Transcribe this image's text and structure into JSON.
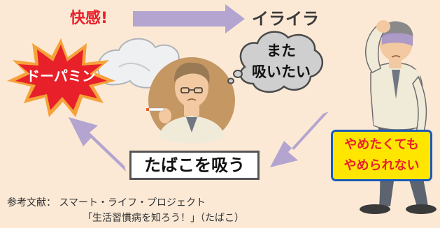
{
  "labels": {
    "pleasure": "快感!",
    "irritation": "イライラ",
    "dopamine": "ドーパミン",
    "want_again_line1": "また",
    "want_again_line2": "吸いたい",
    "smoke": "たばこを吸う",
    "cant_quit_line1": "やめたくても",
    "cant_quit_line2": "やめられない"
  },
  "reference": {
    "line1": "参考文献： スマート・ライフ・プロジェクト",
    "line2": "「生活習慣病を知ろう！」（たばこ）"
  },
  "colors": {
    "background": "#fbe9d6",
    "arrow": "#b3a5cf",
    "burst_fill": "#e8202a",
    "burst_outline": "#f6a23a",
    "accent_red": "#e8202a",
    "quit_box_fill": "#ffe600",
    "quit_box_border": "#1a5ab8",
    "portrait_circle": "#c49763"
  },
  "icons": [
    "dopamine-burst",
    "smoke-cloud",
    "smoking-man",
    "thought-bubble",
    "stressed-man"
  ]
}
